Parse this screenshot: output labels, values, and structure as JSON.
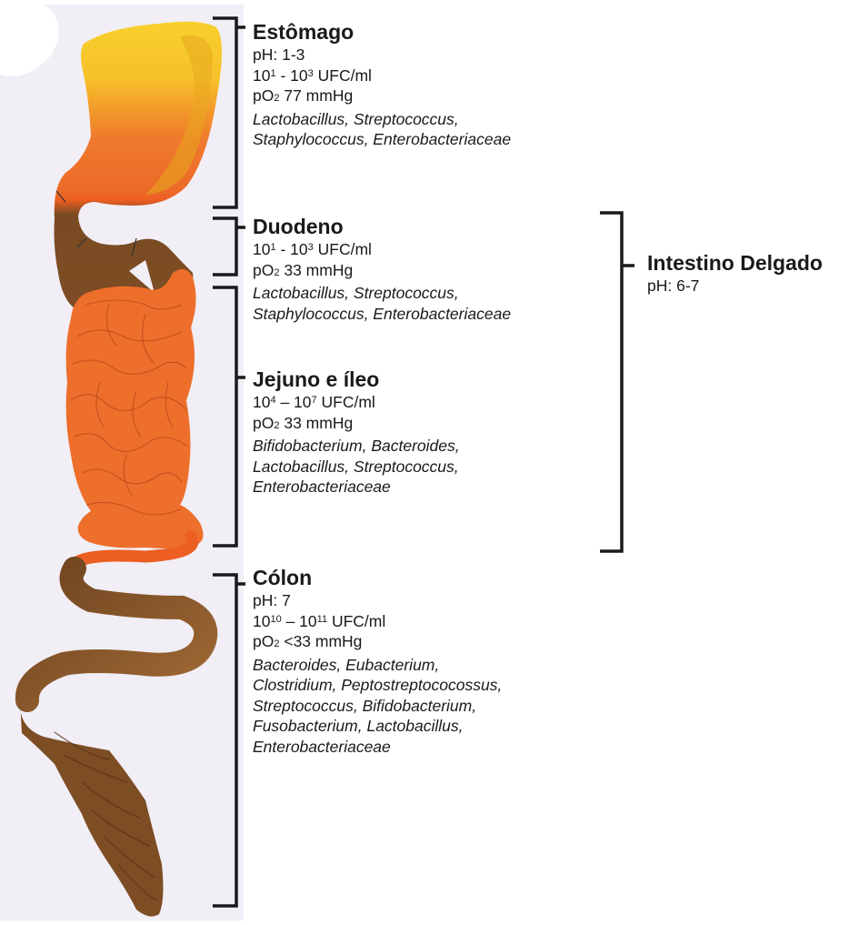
{
  "colors": {
    "background_panel": "#f1eef5",
    "stomach": "#f6c52a",
    "small_intestine": "#ef6e2a",
    "colon": "#8a5426",
    "bracket": "#1a1a1a"
  },
  "sections": {
    "stomach": {
      "title": "Estômago",
      "ph": "pH: 1-3",
      "cfu_a": "10",
      "cfu_a_exp": "1",
      "cfu_sep": " - 10",
      "cfu_b_exp": "3",
      "cfu_unit": " UFC/ml",
      "po2_pre": "pO",
      "po2_sub": "2",
      "po2_val": " 77 mmHg",
      "bacteria": [
        "Lactobacillus, Streptococcus,",
        "Staphylococcus, Enterobacteriaceae"
      ]
    },
    "duodenum": {
      "title": "Duodeno",
      "cfu_a": "10",
      "cfu_a_exp": "1",
      "cfu_sep": " - 10",
      "cfu_b_exp": "3",
      "cfu_unit": " UFC/ml",
      "po2_pre": "pO",
      "po2_sub": "2",
      "po2_val": " 33 mmHg",
      "bacteria": [
        "Lactobacillus, Streptococcus,",
        "Staphylococcus, Enterobacteriaceae"
      ]
    },
    "jejunum": {
      "title": "Jejuno e íleo",
      "cfu_a": "10",
      "cfu_a_exp": "4",
      "cfu_sep": " – 10",
      "cfu_b_exp": "7",
      "cfu_unit": " UFC/ml",
      "po2_pre": "pO",
      "po2_sub": "2",
      "po2_val": " 33 mmHg",
      "bacteria": [
        "Bifidobacterium, Bacteroides,",
        "Lactobacillus, Streptococcus,",
        " Enterobacteriaceae"
      ]
    },
    "colon": {
      "title": "Cólon",
      "ph": "pH: 7",
      "cfu_a": "10",
      "cfu_a_exp": "10",
      "cfu_sep": " – 10",
      "cfu_b_exp": "11",
      "cfu_unit": " UFC/ml",
      "po2_pre": "pO",
      "po2_sub": "2",
      "po2_val": " <33 mmHg",
      "bacteria": [
        "Bacteroides, Eubacterium,",
        "Clostridium, Peptostreptococossus,",
        "Streptococcus, Bifidobacterium,",
        "Fusobacterium, Lactobacillus,",
        " Enterobacteriaceae"
      ]
    }
  },
  "small_intestine": {
    "title": "Intestino Delgado",
    "ph": "pH: 6-7"
  }
}
